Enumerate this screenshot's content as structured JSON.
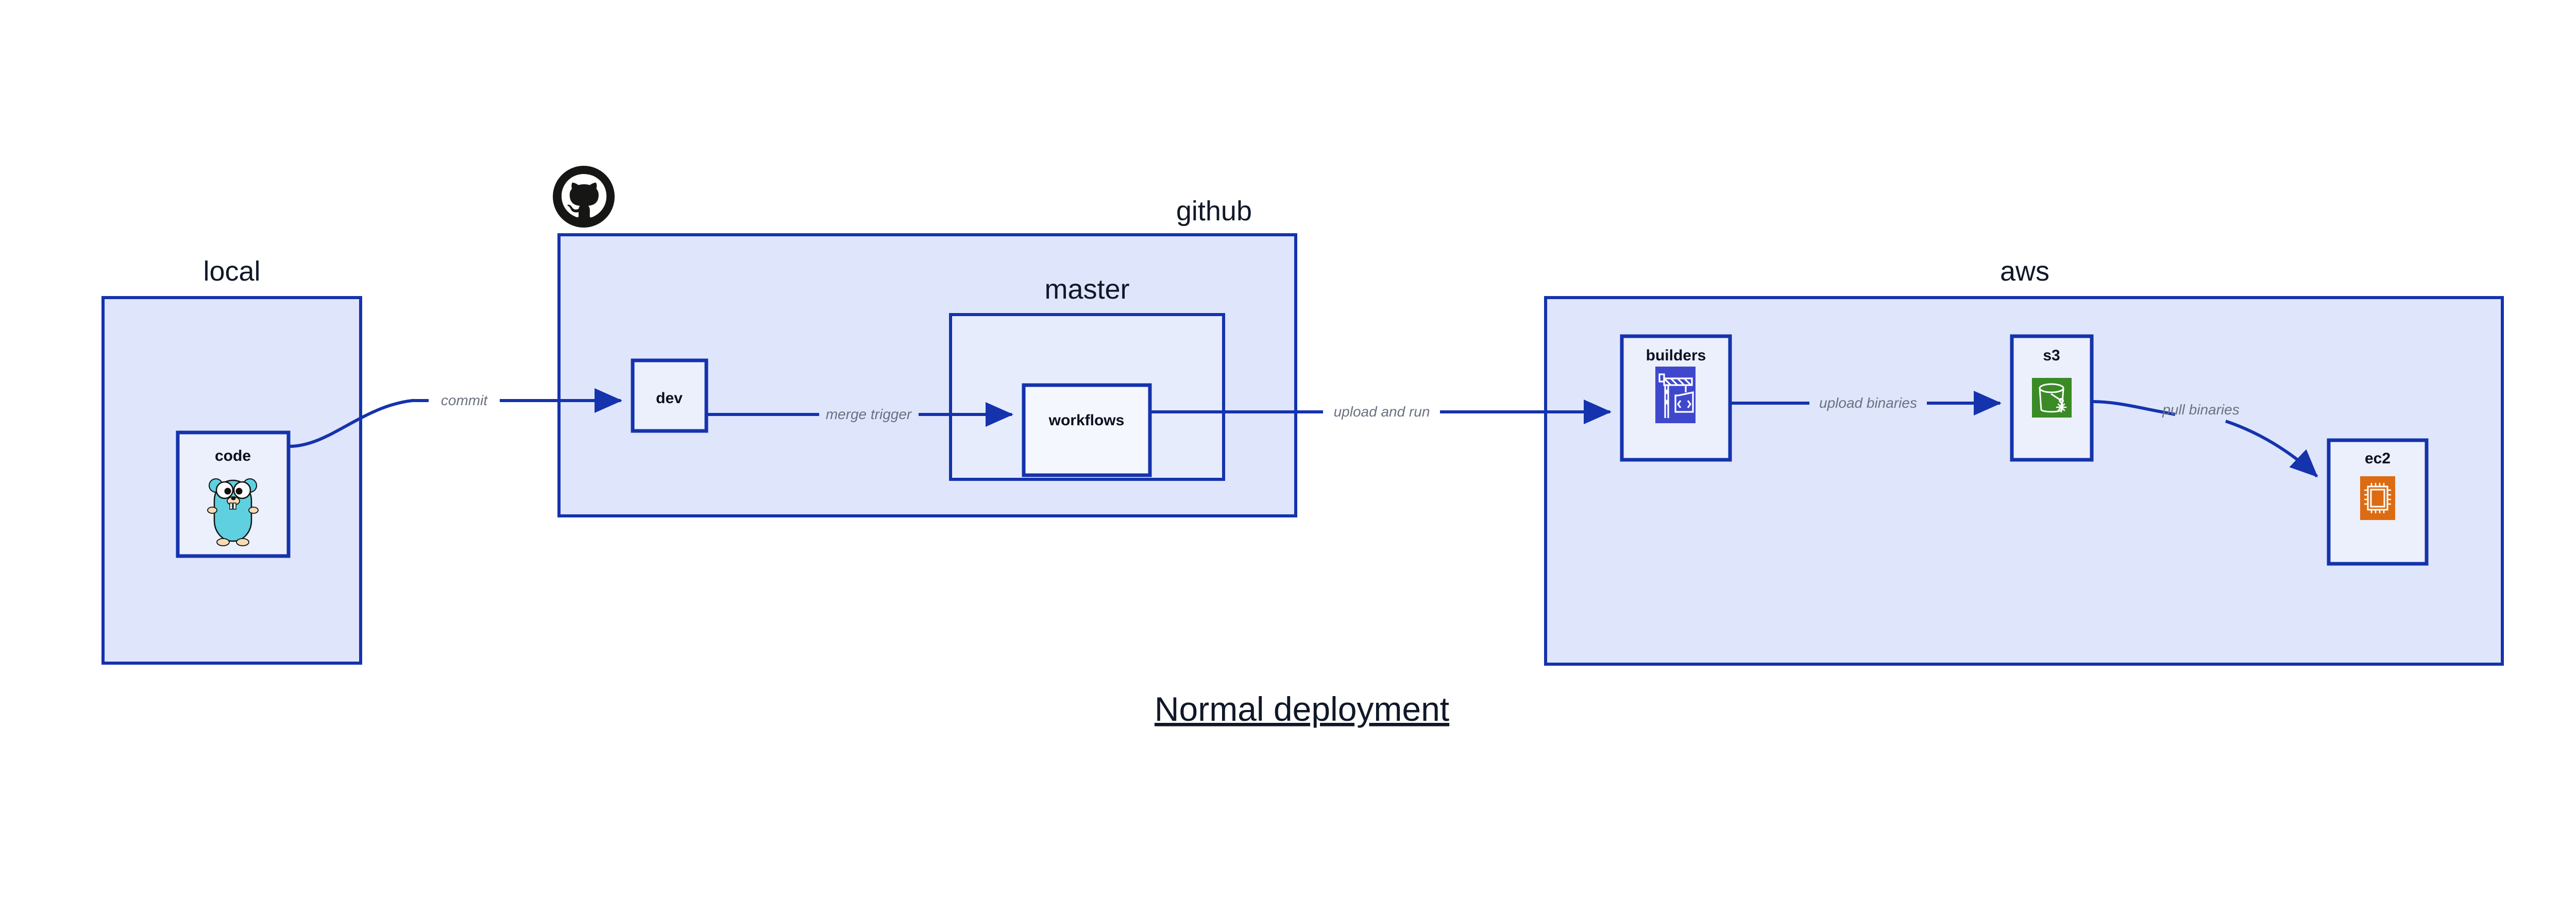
{
  "diagram": {
    "title": "Normal deployment",
    "accent_border": "#1433ad",
    "container_fill": "#dfe5fb",
    "node_fill": "#eceffc",
    "edge_label_color": "#6a7180",
    "groups": [
      {
        "id": "local",
        "label": "local"
      },
      {
        "id": "github",
        "label": "github"
      },
      {
        "id": "master",
        "label": "master"
      },
      {
        "id": "aws",
        "label": "aws"
      }
    ],
    "nodes": [
      {
        "id": "code",
        "label": "code",
        "icon": "go-gopher-icon"
      },
      {
        "id": "dev",
        "label": "dev",
        "icon": "none"
      },
      {
        "id": "workflows",
        "label": "workflows",
        "icon": "none"
      },
      {
        "id": "builders",
        "label": "builders",
        "icon": "aws-codebuild-icon"
      },
      {
        "id": "s3",
        "label": "s3",
        "icon": "aws-s3-icon"
      },
      {
        "id": "ec2",
        "label": "ec2",
        "icon": "aws-ec2-icon"
      }
    ],
    "edges": [
      {
        "from": "code",
        "to": "dev",
        "label": "commit"
      },
      {
        "from": "dev",
        "to": "workflows",
        "label": "merge trigger"
      },
      {
        "from": "workflows",
        "to": "builders",
        "label": "upload and run"
      },
      {
        "from": "builders",
        "to": "s3",
        "label": "upload binaries"
      },
      {
        "from": "s3",
        "to": "ec2",
        "label": "pull binaries"
      }
    ],
    "logos": [
      {
        "id": "github-logo",
        "name": "github-octocat-icon",
        "color": "#161614"
      }
    ],
    "icon_colors": {
      "codebuild": "#3f48cc",
      "s3": "#3a8a26",
      "ec2": "#dd6b12",
      "gopher_body": "#5fd0e0"
    }
  }
}
